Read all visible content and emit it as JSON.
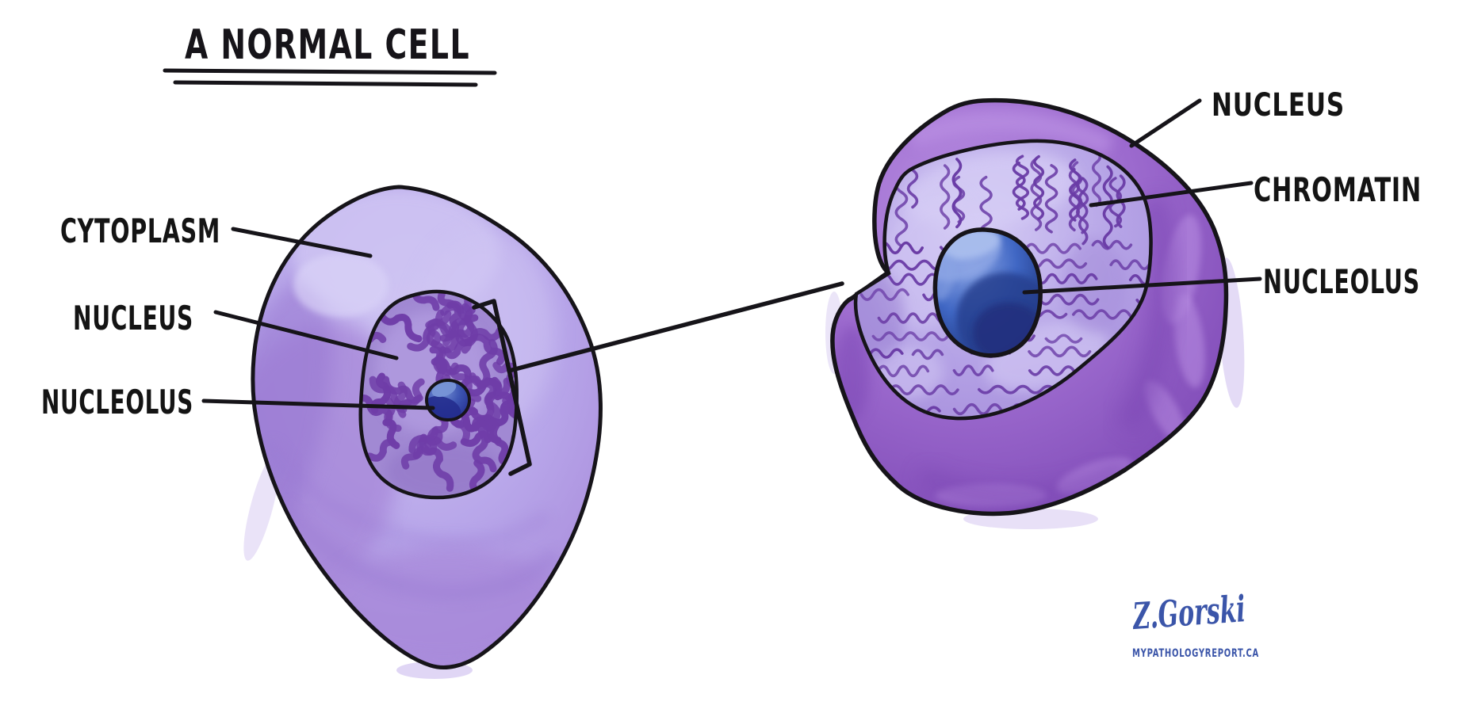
{
  "title": {
    "text": "A NORMAL CELL"
  },
  "left_cell": {
    "name": "normal-cell-overview",
    "labels": {
      "cytoplasm": "CYTOPLASM",
      "nucleus": "NUCLEUS",
      "nucleolus": "NUCLEOLUS"
    }
  },
  "right_cell": {
    "name": "nucleus-magnified-detail",
    "labels": {
      "nucleus": "NUCLEUS",
      "chromatin": "CHROMATIN",
      "nucleolus": "NUCLEOLUS"
    }
  },
  "signature": {
    "artist": "Z.Gorski",
    "website": "MYPATHOLOGYREPORT.CA"
  },
  "colors": {
    "ink": "#161419",
    "label": "#141414",
    "signature_blue": "#3b55a9",
    "left_cell_base": "#b7a5e9",
    "left_cell_light": "#cfc5f3",
    "left_cell_mid": "#a788d9",
    "left_cell_edge": "#9878d2",
    "left_nucleus_bg": "#a189d3",
    "left_nucleus_light": "#b49fe2",
    "chromatin_left": "#6f3da8",
    "nucleolus_small_dark": "#232c8e",
    "nucleolus_small_mid": "#3d55b2",
    "nucleolus_small_light": "#7793d6",
    "right_cell_base": "#9c6ace",
    "right_cell_light": "#ba90e3",
    "right_cell_dark": "#7c47b4",
    "right_nucleus_bg": "#b5a3e6",
    "right_nucleus_light": "#d5ccf5",
    "chromatin_right": "#6a3ca6",
    "nucleolus_base": "#4067c4",
    "nucleolus_dark": "#27418f",
    "nucleolus_darkest": "#202f7c",
    "nucleolus_light": "#8ba4e4",
    "nucleolus_lighter": "#abbfee",
    "spill": "#d8ccf2"
  }
}
